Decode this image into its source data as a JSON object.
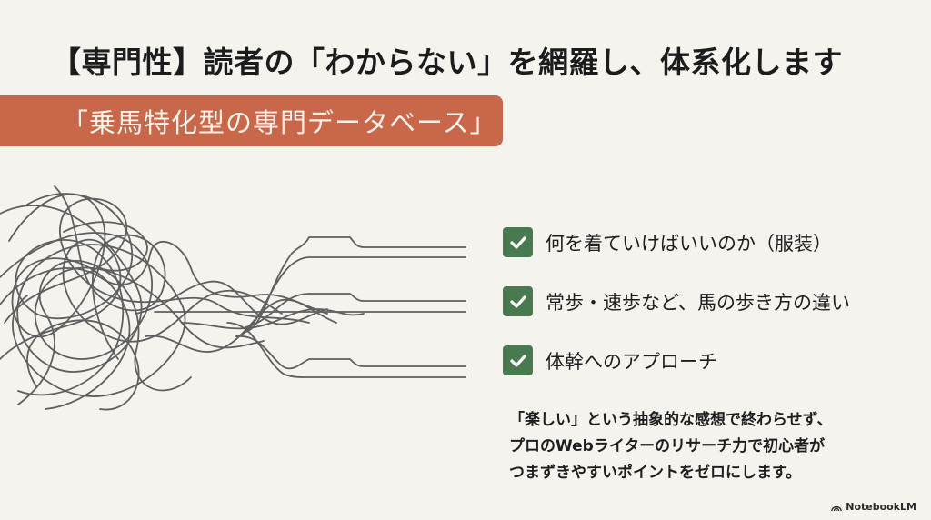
{
  "slide": {
    "title": "【専門性】読者の「わからない」を網羅し、体系化します",
    "banner": "「乗馬特化型の専門データベース」",
    "checklist": [
      {
        "icon": "checkmark-icon",
        "label": "何を着ていけばいいのか（服装）"
      },
      {
        "icon": "checkmark-icon",
        "label": "常歩・速歩など、馬の歩き方の違い"
      },
      {
        "icon": "checkmark-icon",
        "label": "体幹へのアプローチ"
      }
    ],
    "description": [
      "「楽しい」という抽象的な感想で終わらせず、",
      "プロのWebライターのリサーチ力で初心者が",
      "つまずきやすいポイントをゼロにします。"
    ],
    "illustration": "tangled-lines-to-organized-lines",
    "colors": {
      "background": "#f5f3ee",
      "banner": "#c8674a",
      "check": "#497a4f",
      "lines": "#5f5f5f"
    }
  },
  "footer": {
    "brand_icon": "notebooklm-logo-icon",
    "brand": "NotebookLM"
  }
}
